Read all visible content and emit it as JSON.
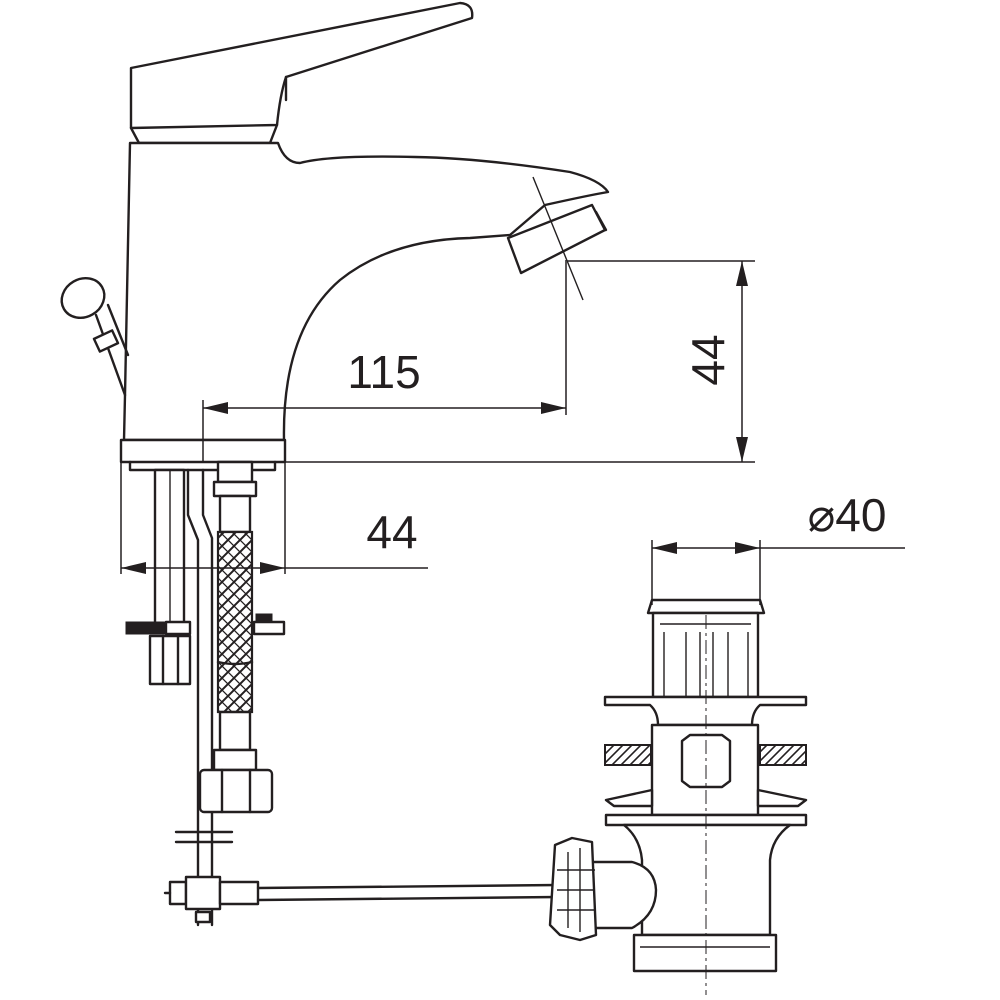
{
  "dimensions": {
    "spout_reach": "115",
    "spout_height": "44",
    "base_width": "44",
    "drain_diameter": "⌀40"
  }
}
